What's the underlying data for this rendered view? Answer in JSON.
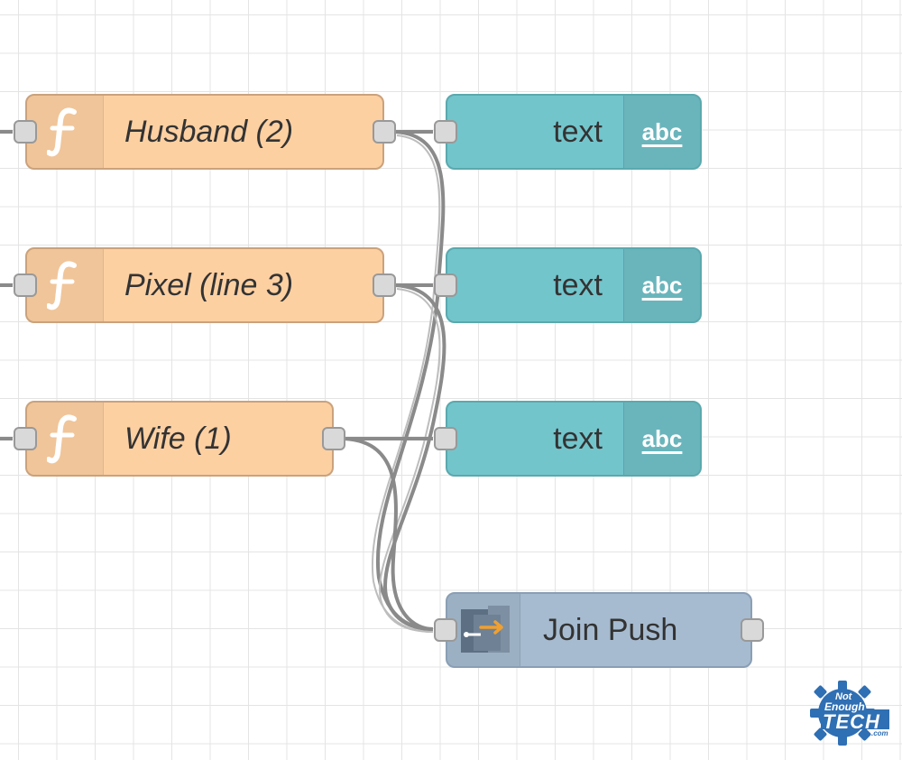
{
  "function_nodes": [
    {
      "label": "Husband (2)"
    },
    {
      "label": "Pixel (line 3)"
    },
    {
      "label": "Wife (1)"
    }
  ],
  "text_nodes": [
    {
      "label": "text",
      "icon": "abc"
    },
    {
      "label": "text",
      "icon": "abc"
    },
    {
      "label": "text",
      "icon": "abc"
    }
  ],
  "join_node": {
    "label": "Join Push",
    "icon": "join-arrow-icon"
  },
  "watermark": {
    "line1": "Not",
    "line2": "Enough",
    "line3": "TECH",
    "line4": ".com"
  },
  "colors": {
    "function_node": "#fdd0a2",
    "text_node": "#73c5cc",
    "join_node": "#a6bbd0",
    "wire": "#8a8a8a",
    "grid": "#e4e4e4",
    "logo_blue": "#2f6fb3"
  }
}
